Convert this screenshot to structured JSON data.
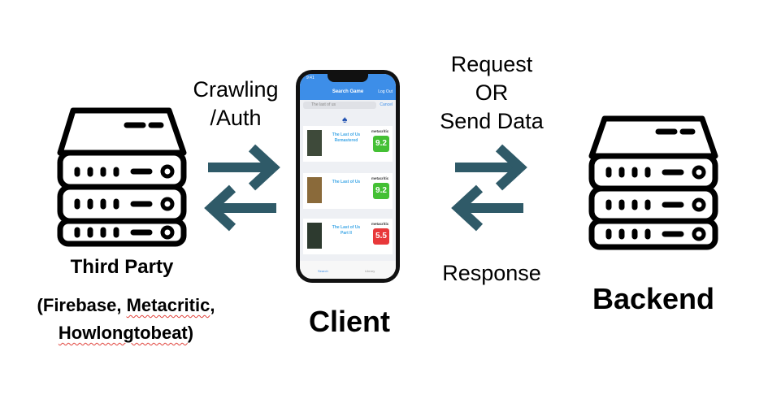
{
  "third_party": {
    "title": "Third Party",
    "subtitle_line1_prefix": "(",
    "subtitle_line1_names": [
      "Firebase",
      "Metacritic"
    ],
    "subtitle_line1_sep": ", ",
    "subtitle_line1_suffix": ",",
    "subtitle_line2_name": "Howlongtobeat",
    "subtitle_line2_suffix": ")"
  },
  "left_arrow_label": {
    "line1": "Crawling",
    "line2": "/Auth"
  },
  "client": {
    "title": "Client"
  },
  "right_arrow_label": {
    "line1": "Request",
    "line2": "OR",
    "line3": "Send Data"
  },
  "response_label": "Response",
  "backend": {
    "title": "Backend"
  },
  "phone": {
    "status_time": "9:41",
    "nav_title": "Search Game",
    "logout": "Log Out",
    "search_value": "The last of us",
    "cancel": "Cancel",
    "platform_icon": "playstation-icon",
    "games": [
      {
        "name": "The Last of Us Remastered",
        "rater": "metacritic",
        "score": "9.2",
        "color": "#44c034"
      },
      {
        "name": "The Last of Us",
        "rater": "metacritic",
        "score": "9.2",
        "color": "#44c034"
      },
      {
        "name": "The Last of Us Part II",
        "rater": "metacritic",
        "score": "5.5",
        "color": "#e8383a"
      }
    ],
    "tabs": [
      "Search",
      "Library"
    ]
  },
  "colors": {
    "server_stroke": "#000000",
    "arrow": "#2f5a68"
  }
}
